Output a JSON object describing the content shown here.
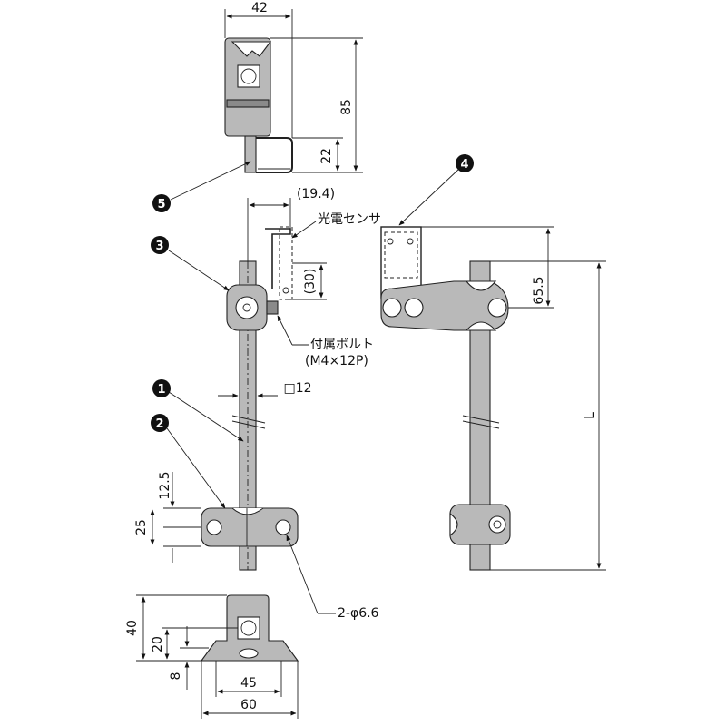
{
  "dimensions": {
    "top_width": "42",
    "top_height": "85",
    "bracket_height": "22",
    "sensor_offset": "(19.4)",
    "sensor_height": "(30)",
    "rod_square": "□12",
    "clamp_offset": "12.5",
    "clamp_height": "25",
    "right_height": "65.5",
    "length": "L",
    "base_height": "40",
    "base_mid": "20",
    "base_plate": "8",
    "base_hole_span": "45",
    "base_width": "60"
  },
  "labels": {
    "sensor": "光電センサ",
    "bolt_line1": "付属ボルト",
    "bolt_line2": "(M4×12P)",
    "holes": "2-φ6.6"
  },
  "callouts": {
    "c1": "1",
    "c2": "2",
    "c3": "3",
    "c4": "4",
    "c5": "5"
  }
}
